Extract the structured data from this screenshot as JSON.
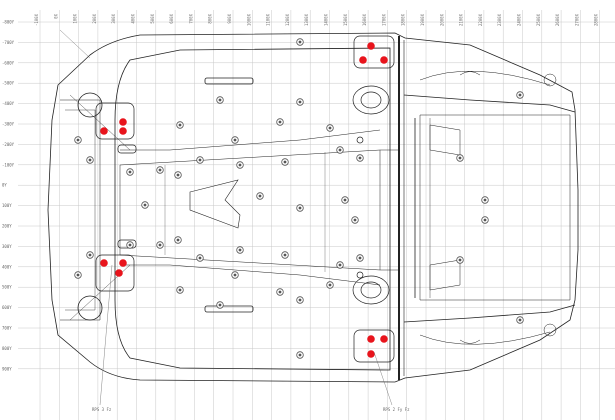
{
  "x_ticks": [
    "-100X",
    "0X",
    "100X",
    "200X",
    "300X",
    "400X",
    "500X",
    "600X",
    "700X",
    "800X",
    "900X",
    "1000X",
    "1100X",
    "1200X",
    "1300X",
    "1400X",
    "1500X",
    "1600X",
    "1700X",
    "1800X",
    "1900X",
    "2000X",
    "2100X",
    "2200X",
    "2300X",
    "2400X",
    "2500X",
    "2600X",
    "2700X",
    "2800X",
    "2900X",
    "3000X"
  ],
  "y_ticks": [
    "-800Y",
    "-700Y",
    "-600Y",
    "-500Y",
    "-400Y",
    "-300Y",
    "-200Y",
    "-100Y",
    "0Y",
    "100Y",
    "200Y",
    "300Y",
    "400Y",
    "500Y",
    "600Y",
    "700Y",
    "800Y",
    "900Y"
  ],
  "callouts": {
    "left": "RPS 3 Fz",
    "right": "RPS 2 Fy Fz"
  },
  "colors": {
    "line": "#222222",
    "grid": "#c8c8c8",
    "marker": "#e8141c",
    "bolt": "#555555"
  },
  "icons": {
    "marker": "red-circle",
    "bolt": "bolt-circle"
  }
}
